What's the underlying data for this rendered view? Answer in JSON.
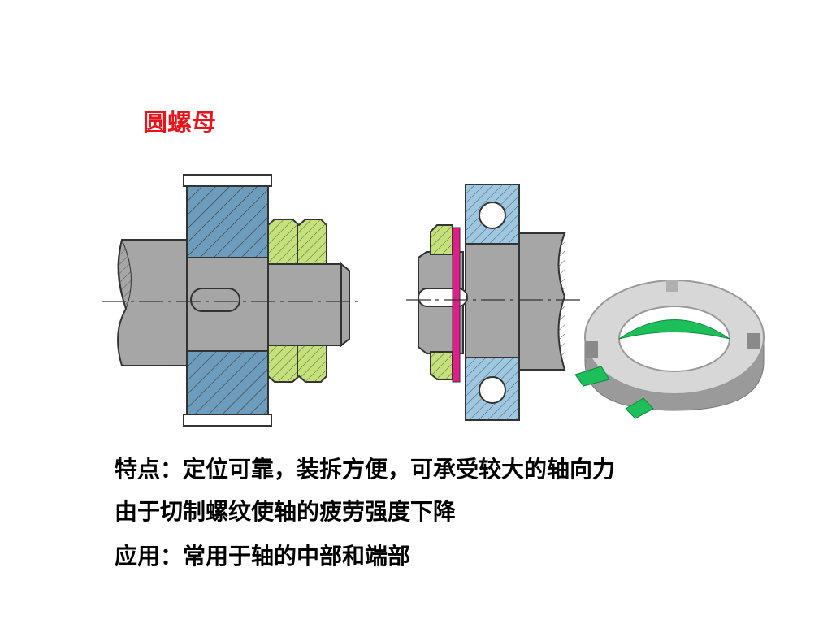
{
  "slide": {
    "title": "圆螺母",
    "title_color": "#e8141c",
    "feature_line": "特点：定位可靠，装拆方便，可承受较大的轴向力",
    "feature_line2": "由于切制螺纹使轴的疲劳强度下降",
    "application_line": "应用：常用于轴的中部和端部"
  },
  "colors": {
    "shaft_gray": "#a6a6a6",
    "gear_blue": "#6e9cbc",
    "bearing_blue": "#9ec7e2",
    "nut_green": "#c4e17a",
    "washer_green": "#1dbf5a",
    "magenta": "#e11d8c"
  }
}
